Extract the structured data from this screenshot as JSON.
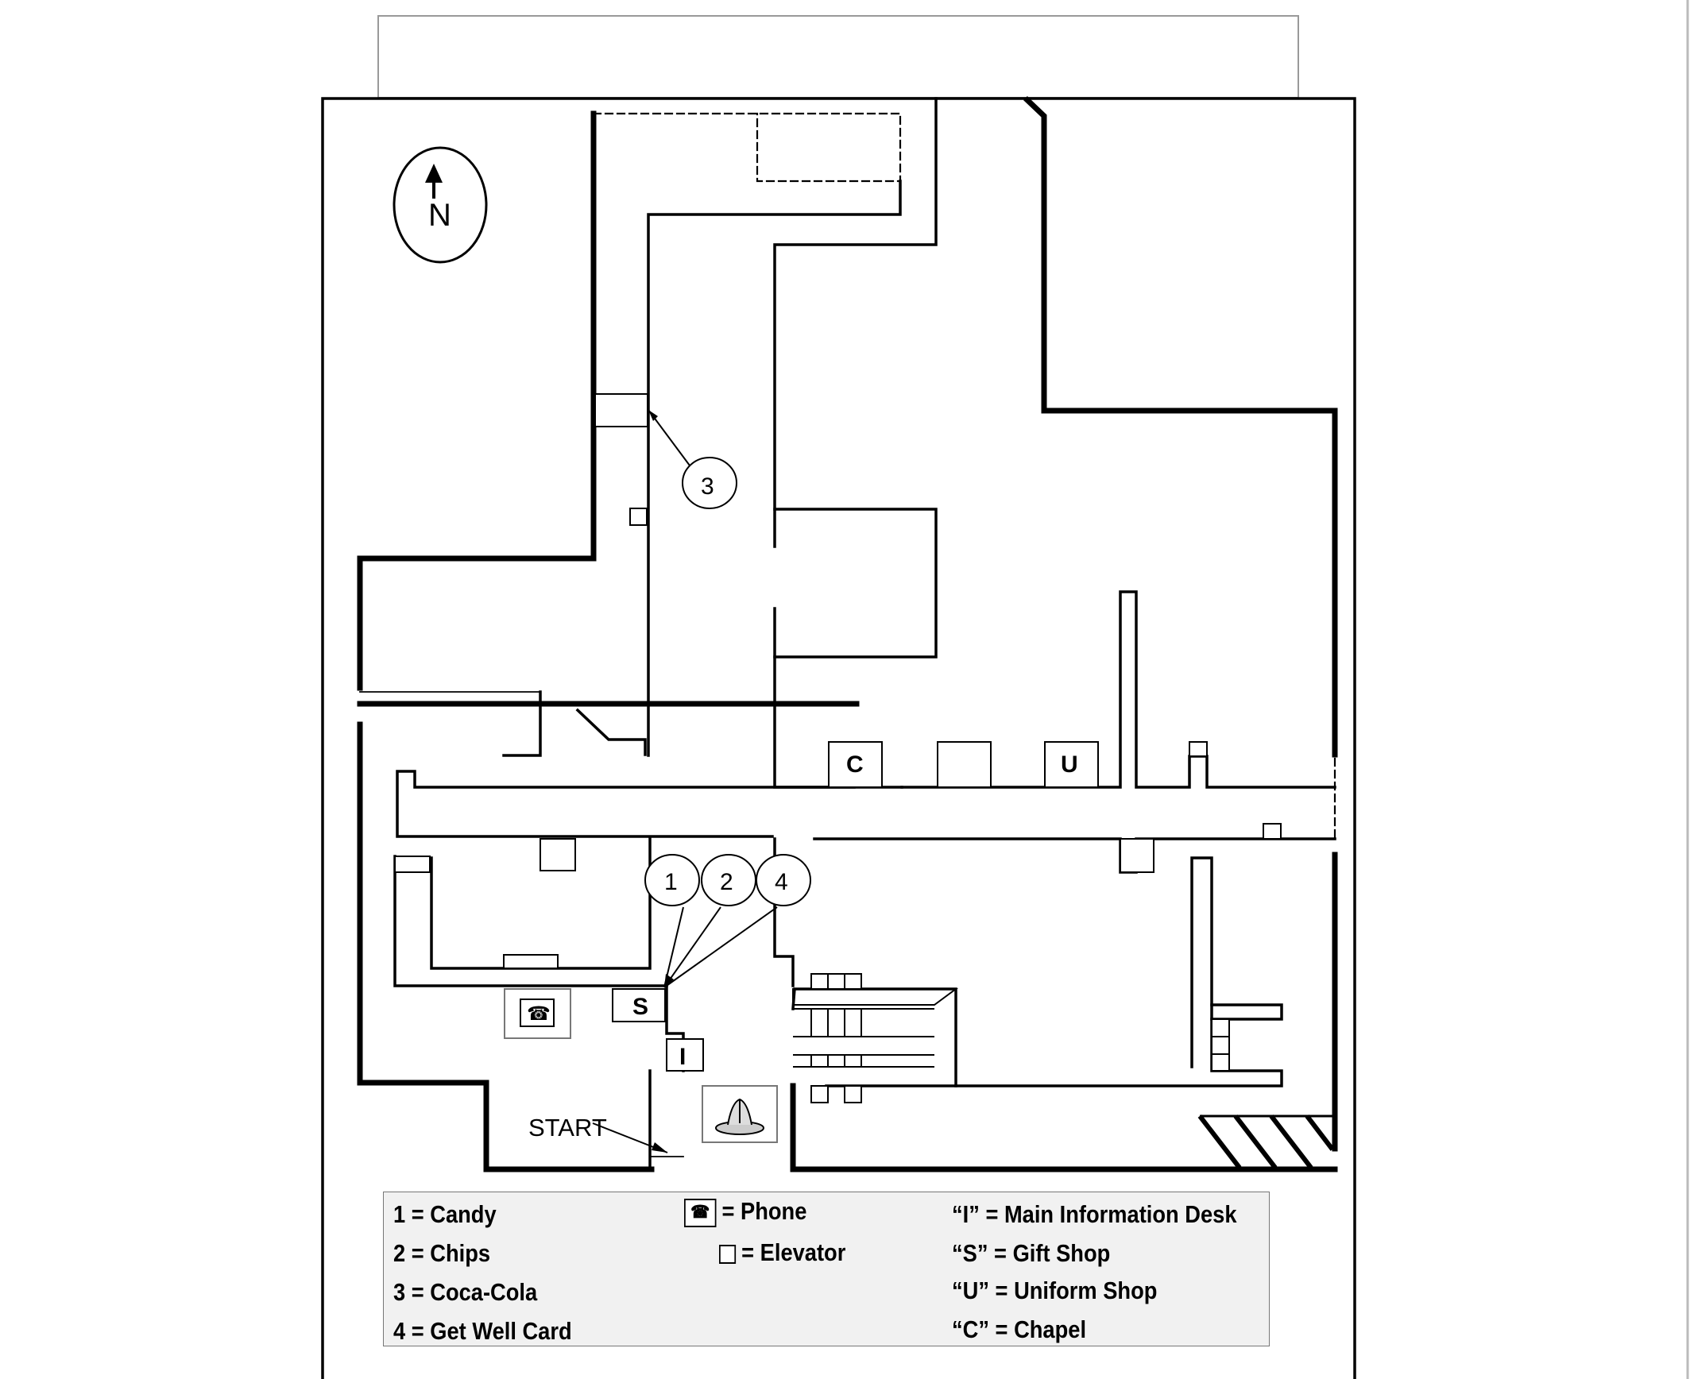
{
  "compass": {
    "letter": "N",
    "icon": "north-arrow-icon"
  },
  "markers": {
    "candy": "1",
    "chips": "2",
    "coca_cola": "3",
    "get_well_card": "4"
  },
  "room_labels": {
    "chapel": "C",
    "uniform_shop": "U",
    "gift_shop": "S",
    "info_desk": "I"
  },
  "start_label": "START",
  "icons": {
    "phone": "phone-icon",
    "fountain": "fountain-icon",
    "elevator": "elevator-icon"
  },
  "legend": {
    "items": [
      {
        "key": "1 = Candy"
      },
      {
        "key": "2 = Chips"
      },
      {
        "key": "3 = Coca-Cola"
      },
      {
        "key": "4 = Get Well Card"
      }
    ],
    "phone": "= Phone",
    "elevator": "= Elevator",
    "codes": [
      "“I” = Main Information Desk",
      "“S” = Gift Shop",
      "“U” = Uniform Shop",
      "“C” = Chapel"
    ]
  }
}
